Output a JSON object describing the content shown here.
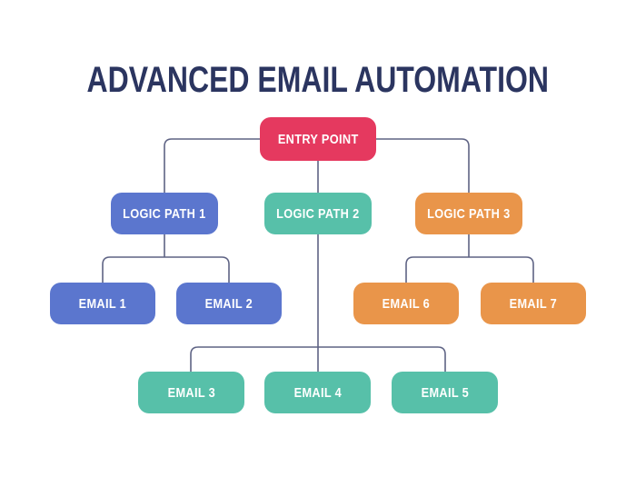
{
  "title": "ADVANCED EMAIL AUTOMATION",
  "colors": {
    "background": "#FFFFFF",
    "title": "#2B3560",
    "line": "#5E6384",
    "pink": "#E5395F",
    "blue": "#5B76CE",
    "teal": "#57C0A9",
    "orange": "#E9954A",
    "node-text": "#FFFFFF"
  },
  "nodes": [
    {
      "id": "entry-point",
      "label": "ENTRY POINT",
      "color": "pink"
    },
    {
      "id": "logic-path-1",
      "label": "LOGIC PATH 1",
      "color": "blue"
    },
    {
      "id": "logic-path-2",
      "label": "LOGIC PATH 2",
      "color": "teal"
    },
    {
      "id": "logic-path-3",
      "label": "LOGIC PATH 3",
      "color": "orange"
    },
    {
      "id": "email-1",
      "label": "EMAIL 1",
      "color": "blue"
    },
    {
      "id": "email-2",
      "label": "EMAIL 2",
      "color": "blue"
    },
    {
      "id": "email-6",
      "label": "EMAIL 6",
      "color": "orange"
    },
    {
      "id": "email-7",
      "label": "EMAIL 7",
      "color": "orange"
    },
    {
      "id": "email-3",
      "label": "EMAIL 3",
      "color": "teal"
    },
    {
      "id": "email-4",
      "label": "EMAIL 4",
      "color": "teal"
    },
    {
      "id": "email-5",
      "label": "EMAIL 5",
      "color": "teal"
    }
  ],
  "edges": [
    {
      "from": "entry-point",
      "to": "logic-path-1"
    },
    {
      "from": "entry-point",
      "to": "logic-path-2"
    },
    {
      "from": "entry-point",
      "to": "logic-path-3"
    },
    {
      "from": "logic-path-1",
      "to": "email-1"
    },
    {
      "from": "logic-path-1",
      "to": "email-2"
    },
    {
      "from": "logic-path-2",
      "to": "email-3"
    },
    {
      "from": "logic-path-2",
      "to": "email-4"
    },
    {
      "from": "logic-path-2",
      "to": "email-5"
    },
    {
      "from": "logic-path-3",
      "to": "email-6"
    },
    {
      "from": "logic-path-3",
      "to": "email-7"
    }
  ]
}
